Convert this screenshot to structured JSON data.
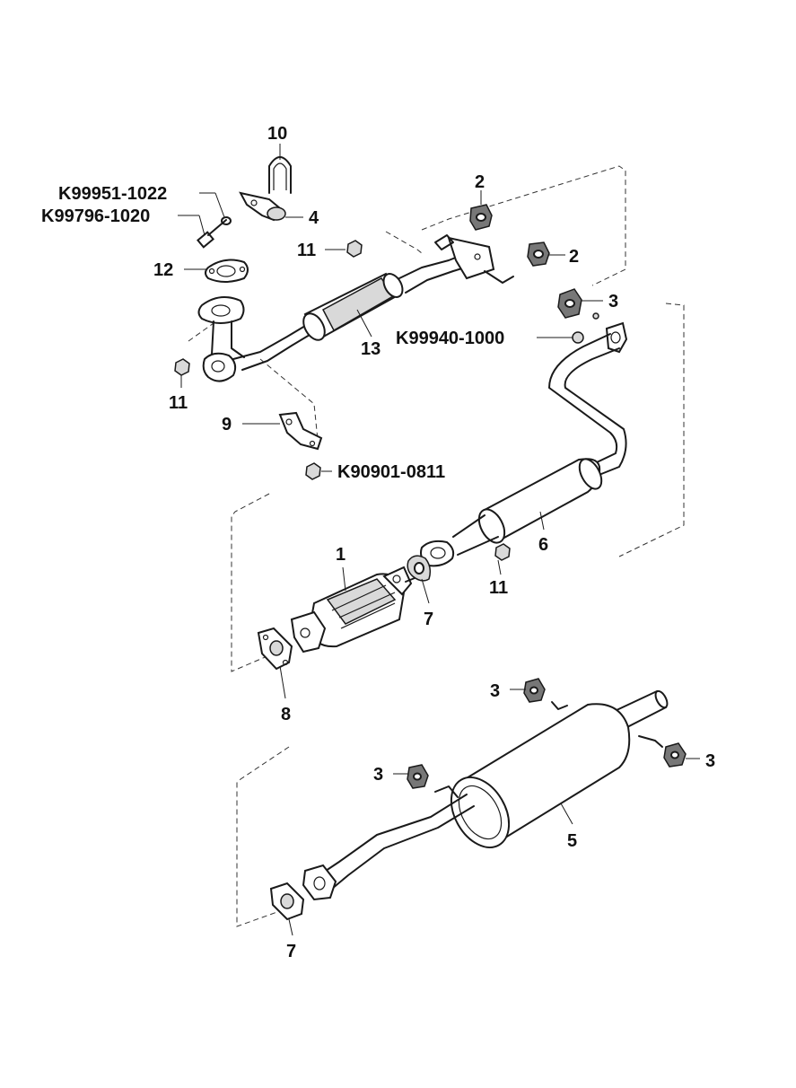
{
  "labels": {
    "p10": "10",
    "k22": "K99951-1022",
    "k20": "K99796-1020",
    "p4": "4",
    "p2a": "2",
    "p2b": "2",
    "p11a": "11",
    "p12": "12",
    "p3a": "3",
    "k00": "K99940-1000",
    "p13": "13",
    "p11b": "11",
    "p9": "9",
    "k11": "K90901-0811",
    "p1": "1",
    "p6": "6",
    "p11c": "11",
    "p7a": "7",
    "p8": "8",
    "p3b": "3",
    "p3c": "3",
    "p3d": "3",
    "p5": "5",
    "p7b": "7"
  },
  "icons": [
    "u-bolt-icon",
    "hanger-rubber-icon",
    "gasket-icon",
    "nut-icon",
    "bolt-icon",
    "catalytic-converter-icon",
    "muffler-icon",
    "pipe-icon"
  ]
}
